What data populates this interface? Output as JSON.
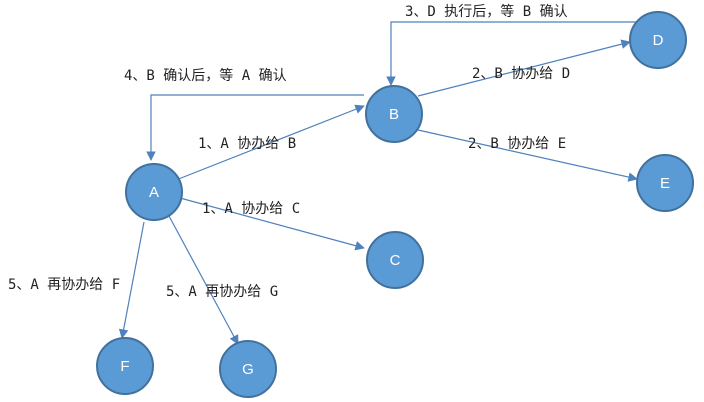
{
  "nodes": {
    "A": "A",
    "B": "B",
    "C": "C",
    "D": "D",
    "E": "E",
    "F": "F",
    "G": "G"
  },
  "edges": {
    "a_to_b": "1、A 协办给 B",
    "a_to_c": "1、A 协办给 C",
    "b_to_d": "2、B 协办给 D",
    "b_to_e": "2、B 协办给 E",
    "d_to_b": "3、D 执行后，等 B 确认",
    "b_to_a": "4、B 确认后，等 A 确认",
    "a_to_f": "5、A 再协办给 F",
    "a_to_g": "5、A 再协办给 G"
  },
  "colors": {
    "node_fill": "#5b9bd5",
    "node_stroke": "#41719c",
    "edge": "#4f81bd"
  }
}
